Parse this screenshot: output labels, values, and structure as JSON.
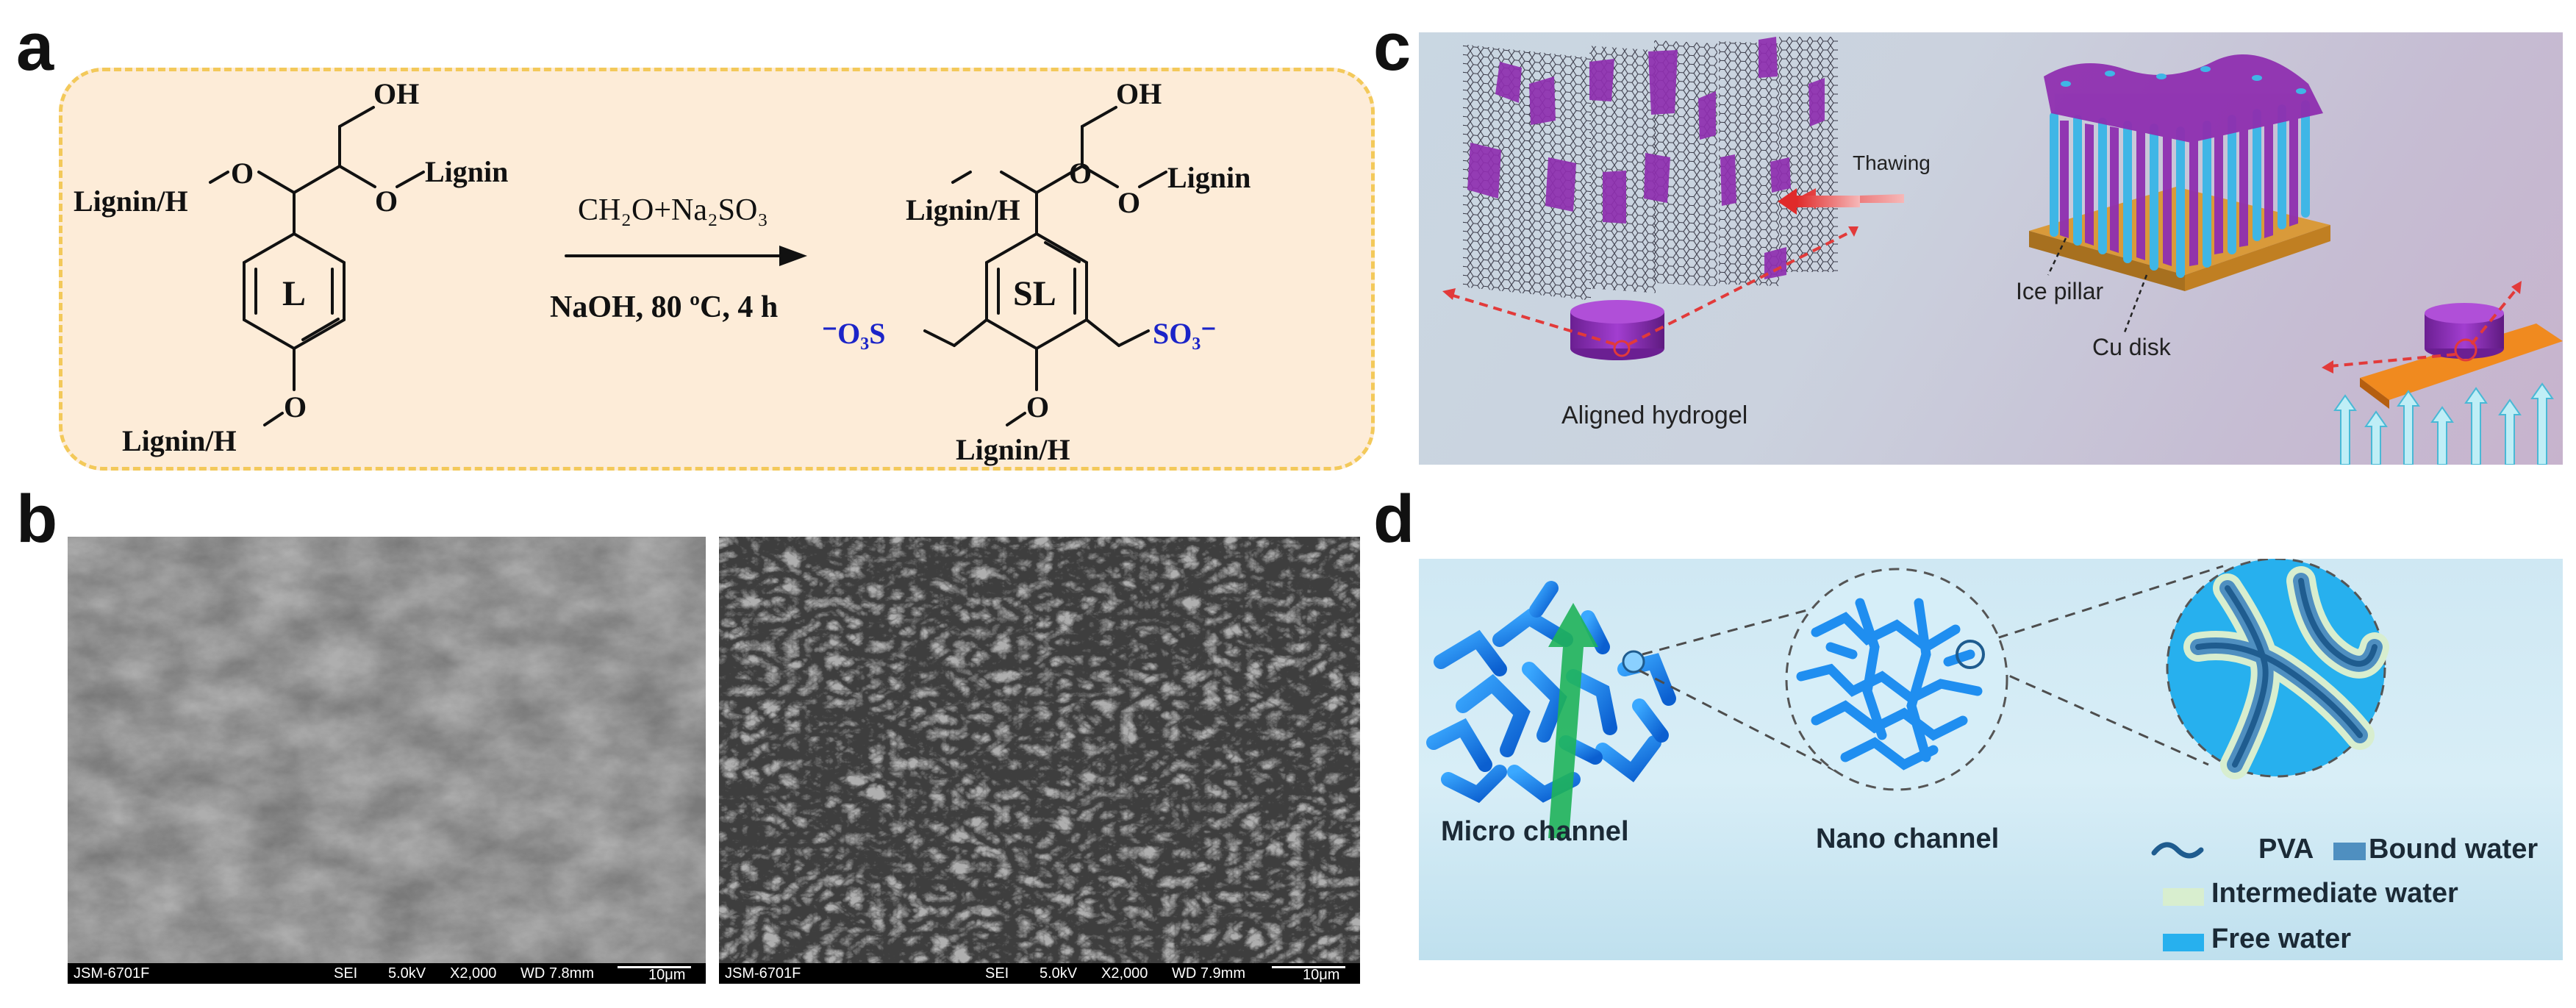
{
  "panels": {
    "a": "a",
    "b": "b",
    "c": "c",
    "d": "d"
  },
  "a": {
    "reactant": {
      "label": "L",
      "oh": "OH",
      "lignin_h_top": "Lignin/H",
      "o_top": "O",
      "o_lignin": "O",
      "lignin_right": "Lignin",
      "o_bottom": "O",
      "lignin_h_bottom": "Lignin/H"
    },
    "reagent_top": "CH₂O+Na₂SO₃",
    "reagent_bottom": "NaOH, 80 ºC, 4 h",
    "product": {
      "label": "SL",
      "oh": "OH",
      "lignin_h_top": "Lignin/H",
      "o_top": "O",
      "o_lignin": "O",
      "lignin_right": "Lignin",
      "o_bottom": "O",
      "lignin_h_bottom": "Lignin/H",
      "so3_left": "⁻O₃S",
      "so3_right": "SO₃⁻"
    },
    "colors": {
      "background": "#fdecd8",
      "border": "#f3c95a",
      "sulfonate": "#1b24c8"
    }
  },
  "b": {
    "left": {
      "model": "JSM-6701F",
      "mode": "SEI",
      "kv": "5.0kV",
      "mag": "X2,000",
      "wd": "WD 7.8mm",
      "scale": "10μm"
    },
    "right": {
      "model": "JSM-6701F",
      "mode": "SEI",
      "kv": "5.0kV",
      "mag": "X2,000",
      "wd": "WD 7.9mm",
      "scale": "10μm"
    }
  },
  "c": {
    "thawing": "Thawing",
    "ice_pillar": "Ice pillar",
    "cu_disk": "Cu disk",
    "aligned_hydrogel": "Aligned hydrogel",
    "colors": {
      "purple": "#8f2fb0",
      "cyan": "#3fb6e6",
      "copper": "#d99a3a",
      "arrow": "#e23a3a"
    }
  },
  "d": {
    "micro": "Micro channel",
    "nano": "Nano channel",
    "legend": {
      "pva": "PVA",
      "bound": "Bound water",
      "intermediate": "Intermediate water",
      "free": "Free water"
    },
    "colors": {
      "background": "#cfe8f3",
      "pva": "#1f5c8f",
      "bound": "#4f8fc0",
      "intermediate": "#d8eecf",
      "free": "#27b0ee"
    }
  }
}
